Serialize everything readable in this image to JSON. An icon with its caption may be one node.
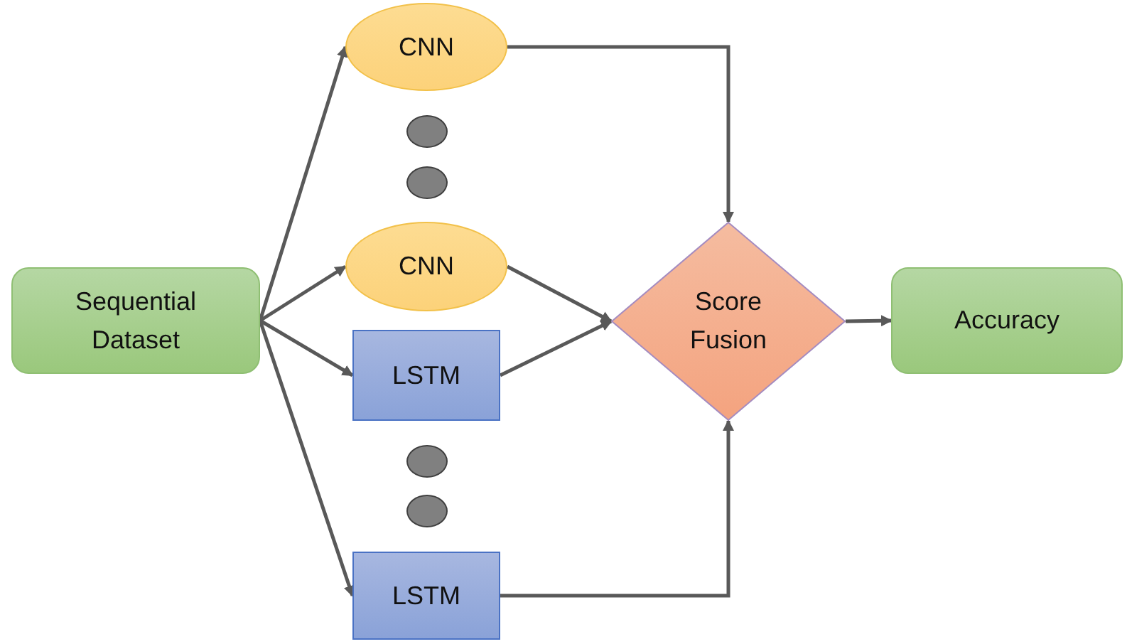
{
  "diagram": {
    "nodes": [
      {
        "text": [
          "Sequential Dataset"
        ]
      },
      {
        "text": [
          "CNN"
        ]
      },
      {
        "text": [],
        "shape": "circle"
      },
      {
        "text": [],
        "shape": "circle"
      },
      {
        "text": [
          "CNN"
        ]
      },
      {
        "text": [
          "LSTM"
        ]
      },
      {
        "text": [],
        "shape": "circle"
      },
      {
        "text": [],
        "shape": "circle"
      },
      {
        "text": [
          "LSTM"
        ]
      },
      {
        "text": [
          "Score Fusion"
        ]
      },
      {
        "text": [
          "Accuracy"
        ]
      }
    ],
    "edges": [
      {
        "from": 0,
        "to": 1,
        "arrow": "to"
      },
      {
        "from": 0,
        "to": 4,
        "arrow": "to"
      },
      {
        "from": 0,
        "to": 5,
        "arrow": "to"
      },
      {
        "from": 0,
        "to": 8,
        "arrow": "to"
      },
      {
        "from": 1,
        "to": 9,
        "arrow": "to"
      },
      {
        "from": 4,
        "to": 9,
        "arrow": "to"
      },
      {
        "from": 5,
        "to": 9,
        "arrow": "to"
      },
      {
        "from": 8,
        "to": 9,
        "arrow": "to"
      },
      {
        "from": 9,
        "to": 10,
        "arrow": "to"
      }
    ]
  }
}
